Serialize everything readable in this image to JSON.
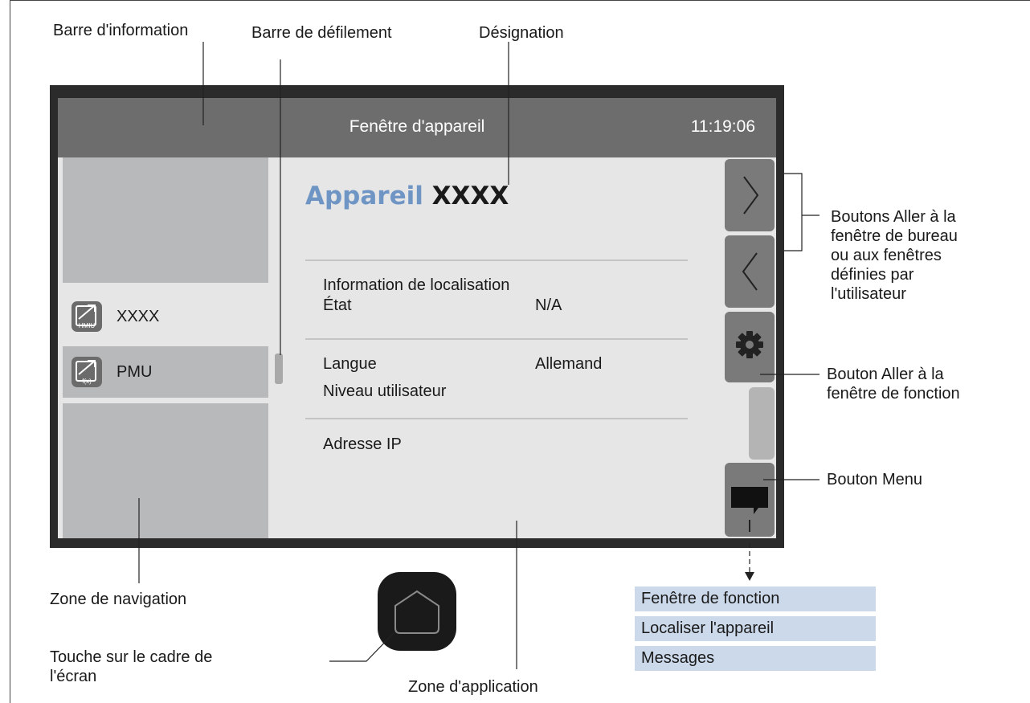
{
  "callouts": {
    "info_bar": "Barre d'information",
    "scroll_bar": "Barre de défilement",
    "designation": "Désignation",
    "desktop_buttons": [
      "Boutons Aller à la",
      "fenêtre de bureau",
      "ou aux fenêtres",
      "définies par",
      "l'utilisateur"
    ],
    "function_button": [
      "Bouton Aller à la",
      "fenêtre de fonction"
    ],
    "menu_button": "Bouton Menu",
    "navigation_zone": "Zone de navigation",
    "frame_key": [
      "Touche sur le cadre de",
      "l'écran"
    ],
    "application_zone": "Zone d'application"
  },
  "screen": {
    "title": "Fenêtre d'appareil",
    "time": "11:19:06",
    "nav_items": [
      {
        "label": "XXXX",
        "icon": "hmiu-icon",
        "icon_tag": "HMIU"
      },
      {
        "label": "PMU",
        "icon": "function-icon",
        "icon_tag": "f(x)"
      }
    ],
    "heading_word": "Appareil",
    "heading_name": "XXXX",
    "rows": {
      "location": "Information de localisation",
      "state_label": "État",
      "state_value": "N/A",
      "language_label": "Langue",
      "language_value": "Allemand",
      "user_level_label": "Niveau utilisateur",
      "ip_label": "Adresse IP"
    }
  },
  "menu": {
    "items": [
      "Fenêtre de fonction",
      "Localiser l'appareil",
      "Messages"
    ]
  },
  "colors": {
    "infobar": "#6d6d6d",
    "heading_accent": "#6f95c5",
    "menu_item_bg": "#ccd9ea",
    "side_button": "#7a7a7a"
  }
}
